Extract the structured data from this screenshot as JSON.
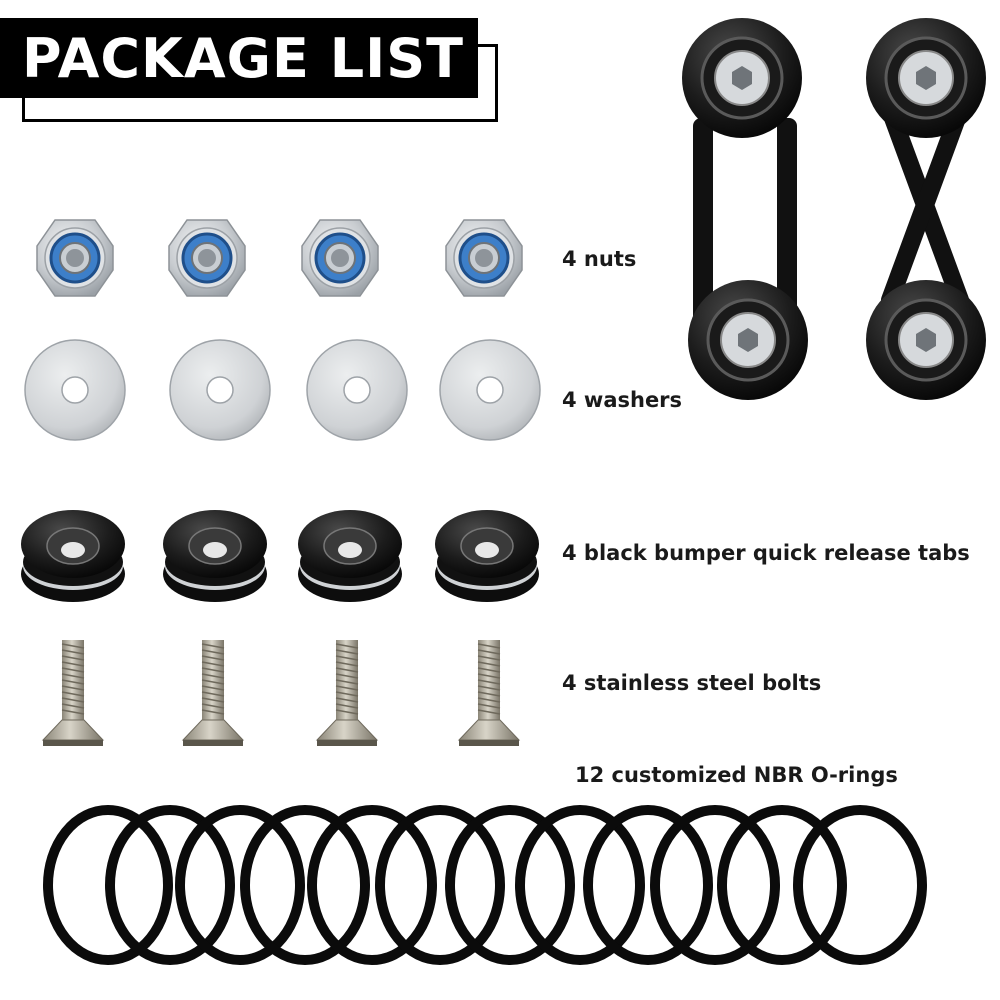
{
  "header": {
    "title": "PACKAGE LIST"
  },
  "items": [
    {
      "label": "4 nuts",
      "icon": "lock-nut-icon"
    },
    {
      "label": "4 washers",
      "icon": "washer-icon"
    },
    {
      "label": "4 black bumper quick release tabs",
      "icon": "quick-release-tab-icon"
    },
    {
      "label": "4 stainless steel bolts",
      "icon": "countersunk-bolt-icon"
    },
    {
      "label": "12 customized NBR O-rings",
      "icon": "o-ring-icon"
    }
  ],
  "colors": {
    "title_bg": "#000000",
    "title_text": "#ffffff",
    "nut_insert": "#3d7fc9",
    "metal": "#c8ccd0",
    "anodized_black": "#1a1a1a"
  }
}
